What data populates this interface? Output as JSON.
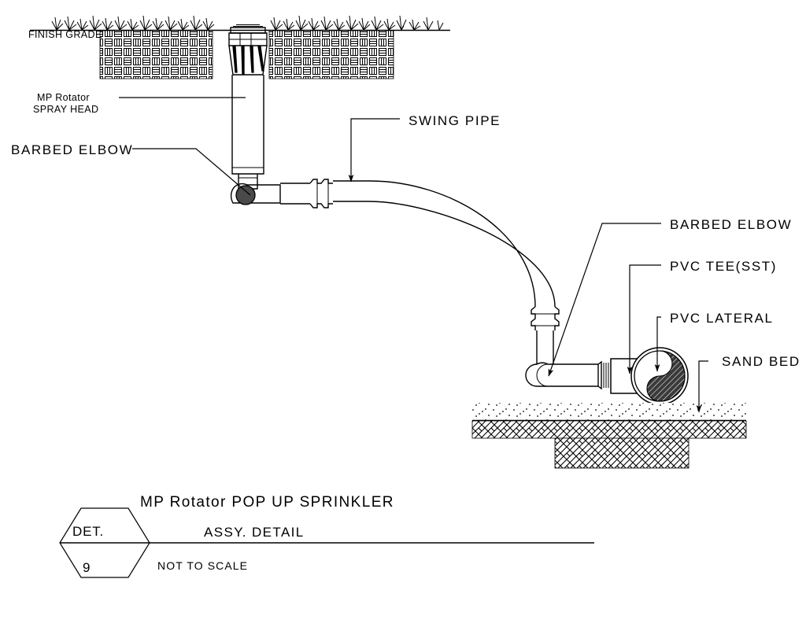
{
  "drawing": {
    "type": "technical-detail-drawing",
    "discipline": "irrigation",
    "labels": {
      "finish_grade": "FINISH GRADE",
      "mp_rotator_line1": "MP Rotator",
      "mp_rotator_line2": "SPRAY HEAD",
      "barbed_elbow_left": "BARBED ELBOW",
      "swing_pipe": "SWING PIPE",
      "barbed_elbow_right": "BARBED ELBOW",
      "pvc_tee": "PVC TEE(SST)",
      "pvc_lateral": "PVC LATERAL",
      "sand_bed": "SAND BED"
    },
    "title_block": {
      "title_line1": "MP Rotator POP UP SPRINKLER",
      "title_line2": "ASSY. DETAIL",
      "scale_note": "NOT TO SCALE",
      "detail_tag_label": "DET.",
      "detail_tag_number": "9"
    },
    "colors": {
      "line": "#000000",
      "background": "#ffffff",
      "fill_dark": "#4a4a4a",
      "fill_none": "none"
    }
  }
}
